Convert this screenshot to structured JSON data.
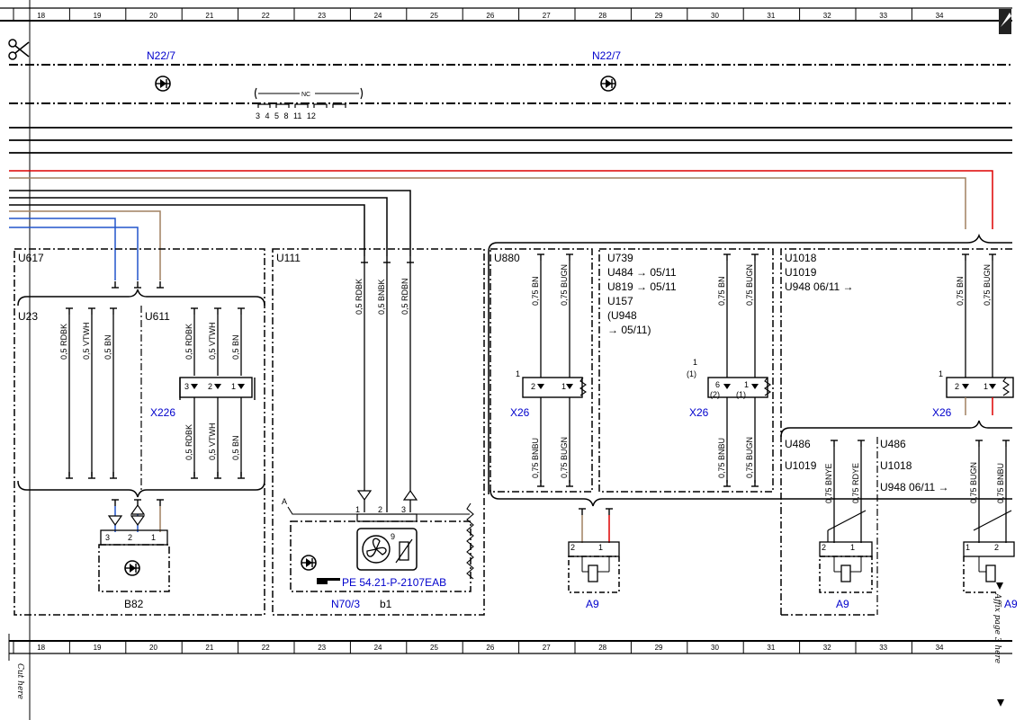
{
  "ruler": {
    "numbers": [
      "18",
      "19",
      "20",
      "21",
      "22",
      "23",
      "24",
      "25",
      "26",
      "27",
      "28",
      "29",
      "30",
      "31",
      "32",
      "33",
      "34"
    ]
  },
  "markers": {
    "top_left": "N22/7",
    "top_right": "N22/7"
  },
  "nc": {
    "label": "NC",
    "pins": "3 4 5 8 11 12"
  },
  "zones": {
    "u617": "U617",
    "u23": "U23",
    "u611": "U611",
    "u111": "U111",
    "u880": "U880",
    "u739_lines": [
      "U739",
      "U484 → 05/11",
      "U819 → 05/11",
      "U157",
      "(U948",
      "→ 05/11)"
    ],
    "u1018_lines": [
      "U1018",
      "U1019",
      "U948  06/11 →"
    ],
    "u486_left": [
      "U486",
      "U1019"
    ],
    "u486_right": [
      "U486",
      "U1018",
      "U948  06/11 →"
    ]
  },
  "wires": {
    "u23": [
      "0,5 RDBK",
      "0,5 VTWH",
      "0,5 BN"
    ],
    "u611_top": [
      "0,5 RDBK",
      "0,5 VTWH",
      "0,5 BN"
    ],
    "u611_bot": [
      "0,5 RDBK",
      "0,5 VTWH",
      "0,5 BN"
    ],
    "u111": [
      "0,5 RDBK",
      "0,5 BNBK",
      "0,5 RDBN"
    ],
    "u880_top": [
      "0,75 BN",
      "0,75 BUGN"
    ],
    "u880_bot": [
      "0,75 BNBU",
      "0,75 BUGN"
    ],
    "u739_top": [
      "0,75 BN",
      "0,75 BUGN"
    ],
    "u739_bot": [
      "0,75 BNBU",
      "0,75 BUGN"
    ],
    "u1018_top": [
      "0,75 BN",
      "0,75 BUGN"
    ],
    "u486_left": [
      "0,75 BNYE",
      "0,75 RDYE"
    ],
    "u486_right": [
      "0,75 BUGN",
      "0,75 BNBU"
    ]
  },
  "components": {
    "x226": "X226",
    "x26": "X26",
    "b82": "B82",
    "n70_3": "N70/3",
    "b1": "b1",
    "a9": "A9",
    "pe_ref": "PE 54.21-P-2107EAB",
    "a_label": "A",
    "nine": "9"
  },
  "pins": {
    "one": "1",
    "two": "2",
    "three": "3",
    "six": "6",
    "one_p": "(1)",
    "two_p": "(2)"
  },
  "notes": {
    "cut_here": "Cut here",
    "affix": "Affix page 3 here",
    "truncated": "A9"
  },
  "icons": [
    "scissors-icon",
    "diode-icon",
    "fan-icon",
    "finger-pointer-icon",
    "page-corner-icon"
  ]
}
